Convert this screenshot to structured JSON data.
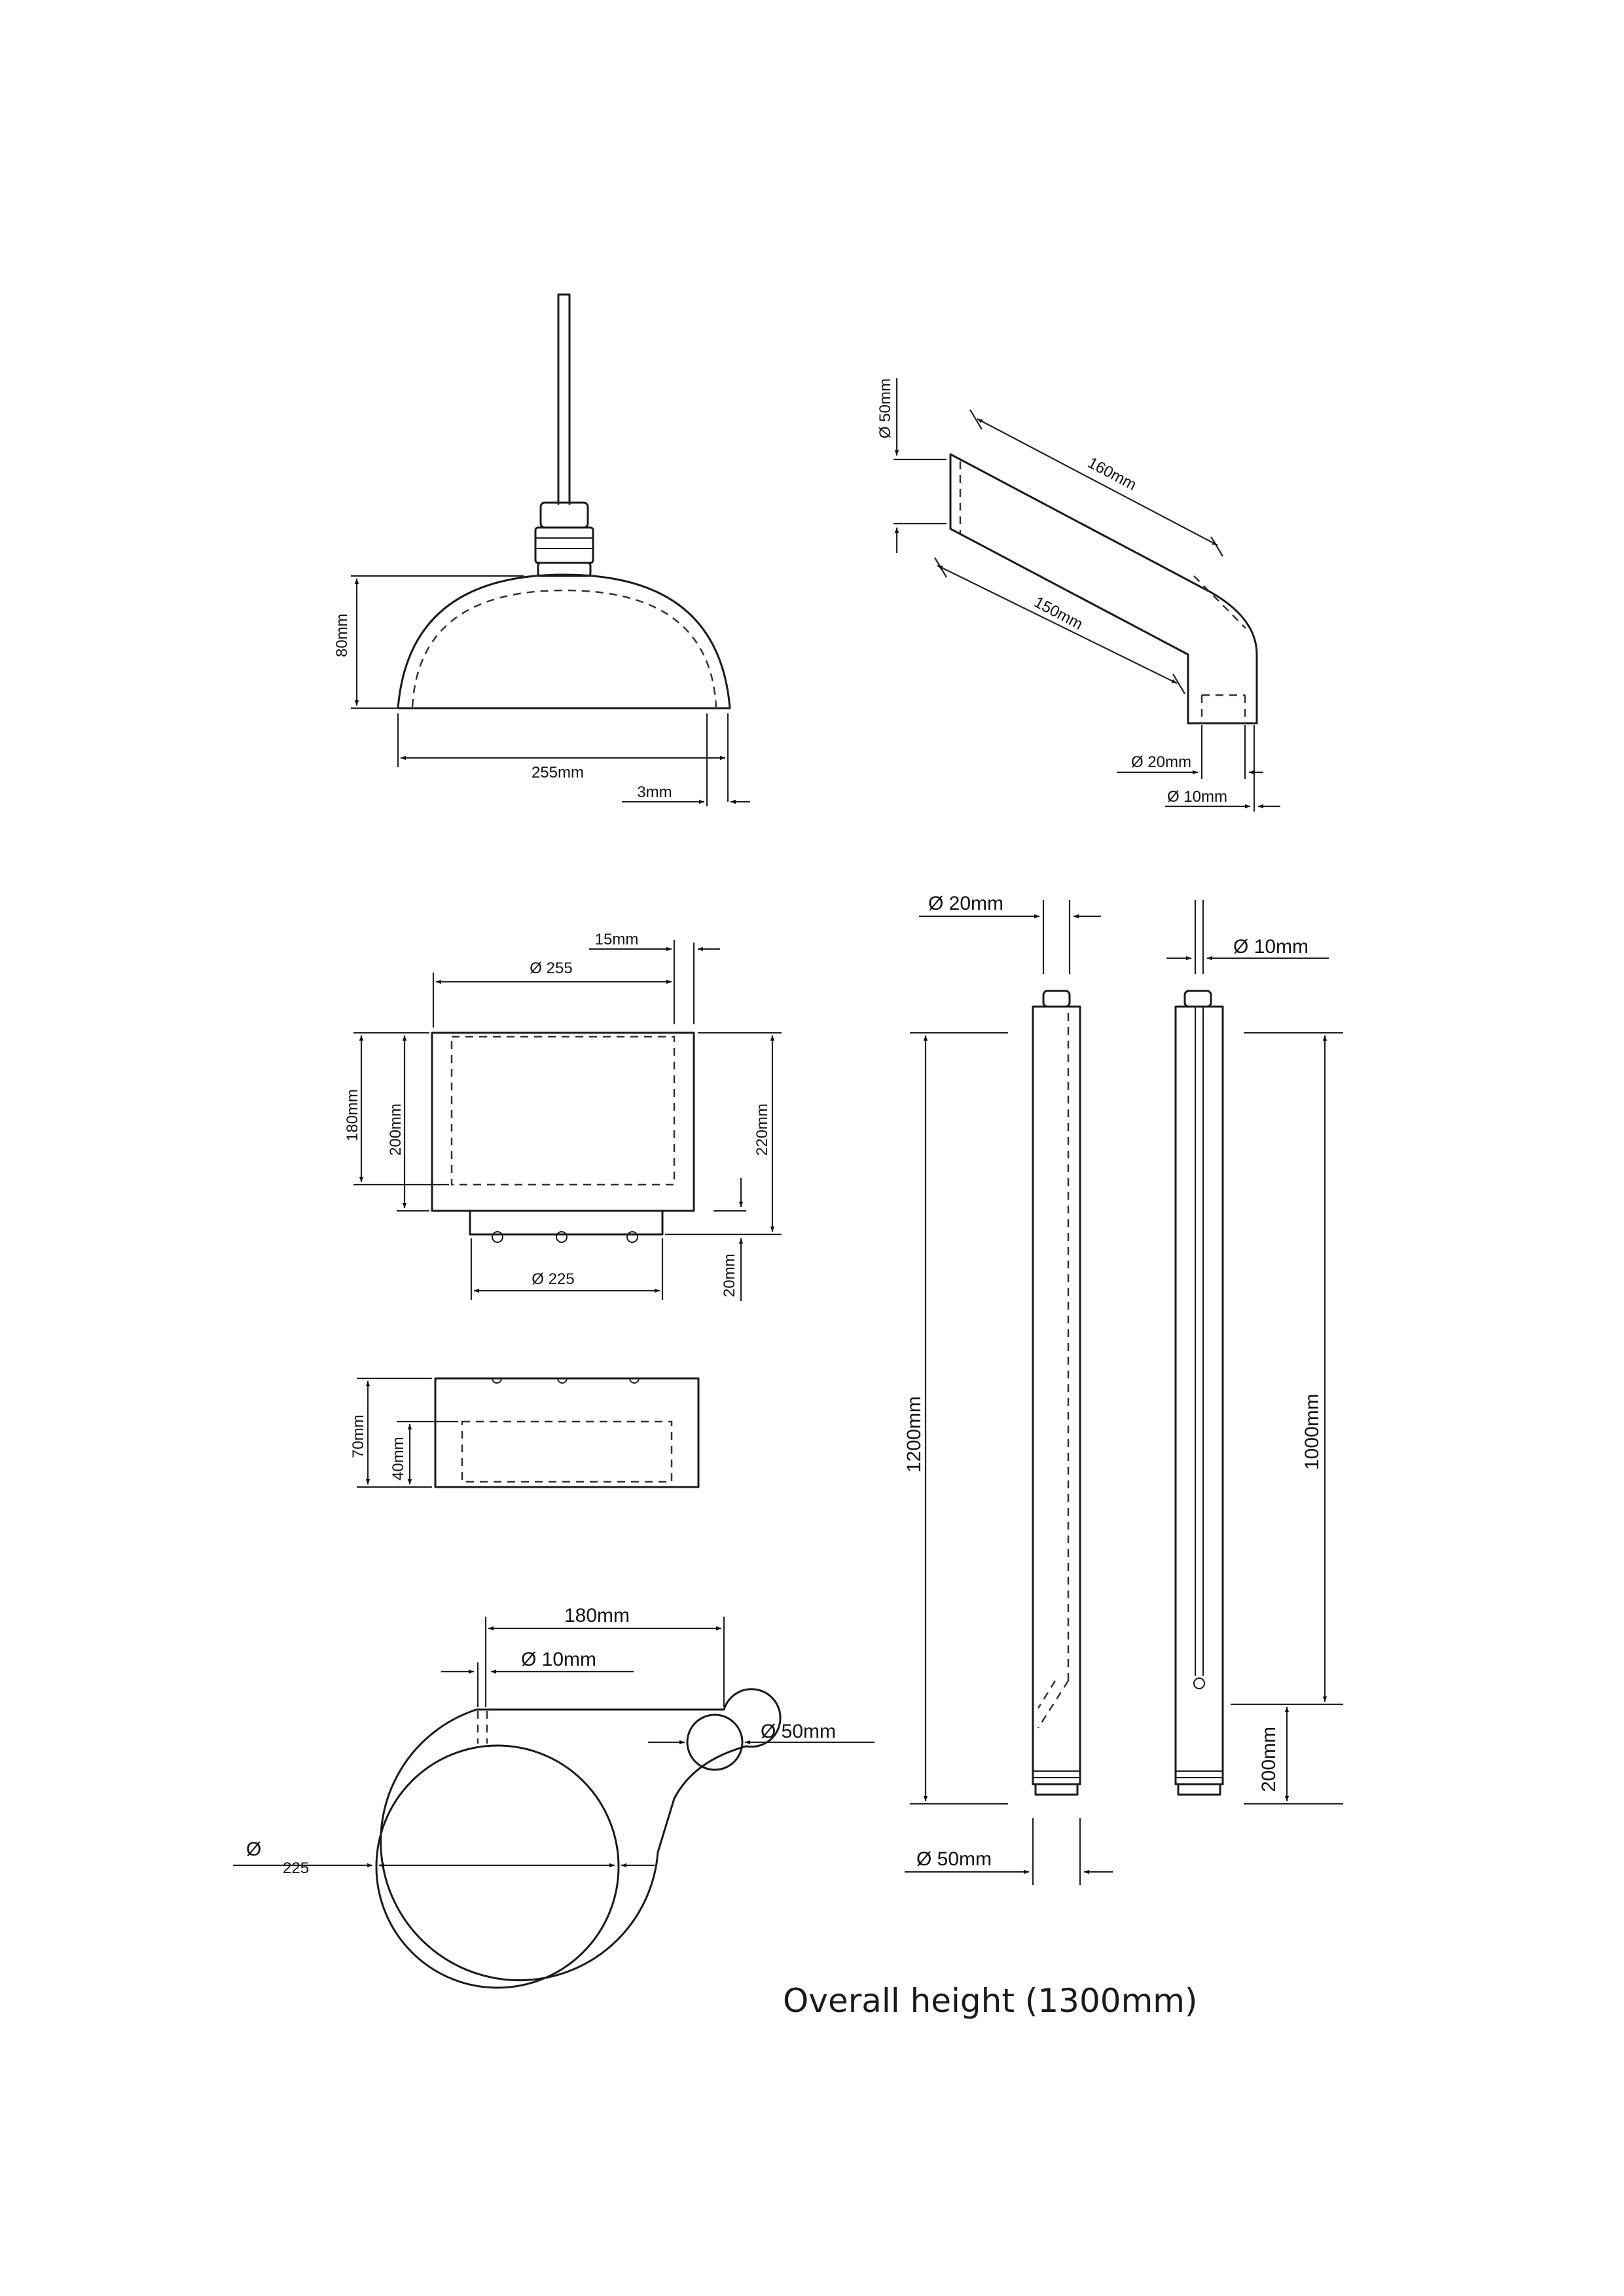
{
  "shade": {
    "height": "80mm",
    "width": "255mm",
    "thickness": "3mm"
  },
  "arm": {
    "tube_dia": "Ø 50mm",
    "top_length": "160mm",
    "bottom_length": "150mm",
    "end_outer": "Ø 20mm",
    "end_inner": "Ø 10mm"
  },
  "base_upper": {
    "outer_dia": "Ø 255",
    "wall": "15mm",
    "inner_height": "180mm",
    "body_height": "200mm",
    "overall_height": "220mm",
    "foot_height": "20mm",
    "foot_dia": "Ø 225"
  },
  "base_lower": {
    "height": "70mm",
    "inner_height": "40mm"
  },
  "ring": {
    "span": "180mm",
    "pin_dia": "Ø 10mm",
    "hole_dia": "Ø 50mm",
    "ring_dia_symbol": "Ø",
    "ring_dia_value": "225"
  },
  "pole_front": {
    "top_dia": "Ø 20mm",
    "length": "1200mm",
    "bottom_dia": "Ø 50mm"
  },
  "pole_side": {
    "pin_dia": "Ø 10mm",
    "upper_length": "1000mm",
    "lower_length": "200mm"
  },
  "caption": "Overall height (1300mm)"
}
